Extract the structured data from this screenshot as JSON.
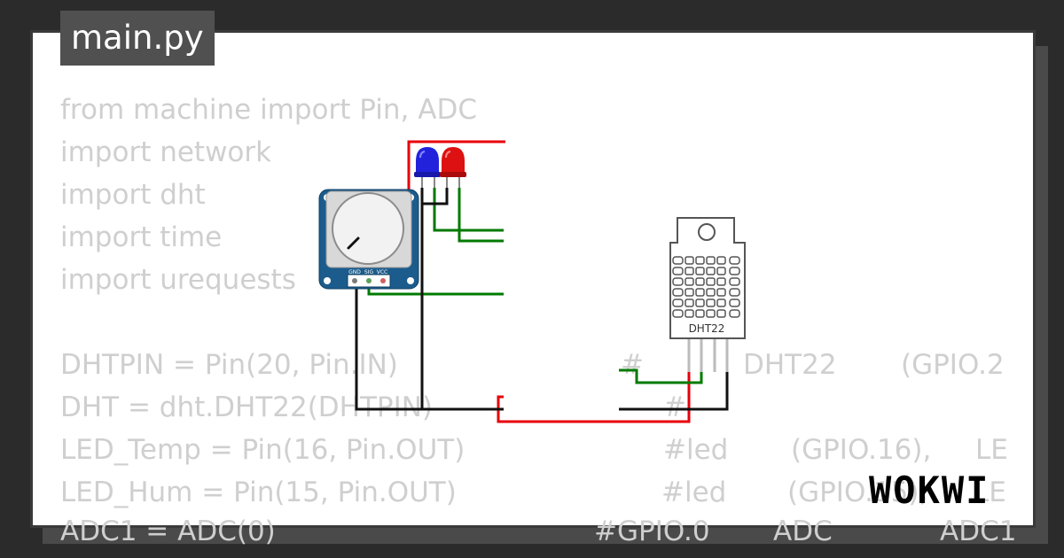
{
  "file_tab": {
    "label": "main.py"
  },
  "code": {
    "imports": [
      "from machine import Pin, ADC",
      "import network",
      "import dht",
      "import time",
      "import urequests"
    ],
    "assignments": [
      {
        "code": "DHTPIN = Pin(20, Pin.IN)",
        "comment": [
          "#",
          "DHT22",
          "(GPIO.2"
        ]
      },
      {
        "code": "DHT = dht.DHT22(DHTPIN)",
        "comment": [
          "#"
        ]
      },
      {
        "code": "LED_Temp = Pin(16, Pin.OUT)",
        "comment": [
          "#led",
          "(GPIO.16),",
          "LE"
        ]
      },
      {
        "code": "LED_Hum = Pin(15, Pin.OUT)",
        "comment": [
          "#led",
          "(GPIO.15),",
          "LE"
        ]
      },
      {
        "code": "ADC1 = ADC(0)",
        "comment": [
          "#GPIO.0",
          "ADC",
          "ADC1"
        ]
      }
    ]
  },
  "components": {
    "potentiometer": {
      "pins": [
        "GND",
        "SIG",
        "VCC"
      ]
    },
    "leds": [
      {
        "name": "blue-led",
        "color": "#2222dd"
      },
      {
        "name": "red-led",
        "color": "#dd1111"
      }
    ],
    "dht22": {
      "label": "DHT22"
    }
  },
  "colors": {
    "wire_red": "#e8000b",
    "wire_green": "#007a00",
    "wire_black": "#111111",
    "pot_board": "#1c5c8c"
  },
  "brand": {
    "name": "WOKWI"
  }
}
